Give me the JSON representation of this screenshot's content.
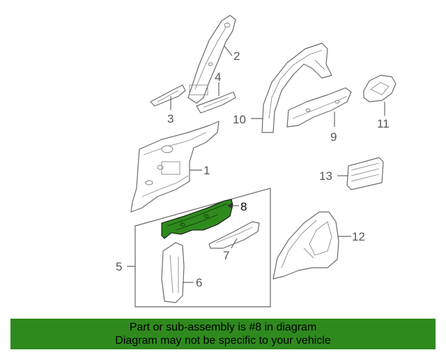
{
  "diagram": {
    "callouts": {
      "c1": "1",
      "c2": "2",
      "c3": "3",
      "c4": "4",
      "c5": "5",
      "c6": "6",
      "c7": "7",
      "c8": "8",
      "c9": "9",
      "c10": "10",
      "c11": "11",
      "c12": "12",
      "c13": "13"
    },
    "highlighted_part": "8",
    "highlight_color": "#2f8a1e"
  },
  "banner": {
    "line1": "Part or sub-assembly is #8 in diagram",
    "line2": "Diagram may not be specific to your vehicle",
    "background": "#2f8a1e"
  }
}
